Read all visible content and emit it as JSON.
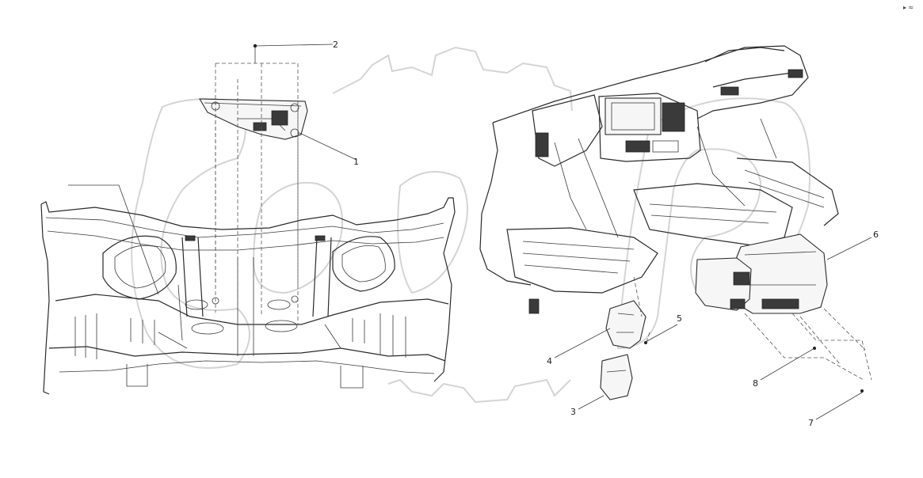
{
  "diagram": {
    "callouts": [
      "1",
      "2",
      "3",
      "4",
      "5",
      "6",
      "7",
      "8"
    ],
    "corner_mark": "▸ ≈"
  }
}
